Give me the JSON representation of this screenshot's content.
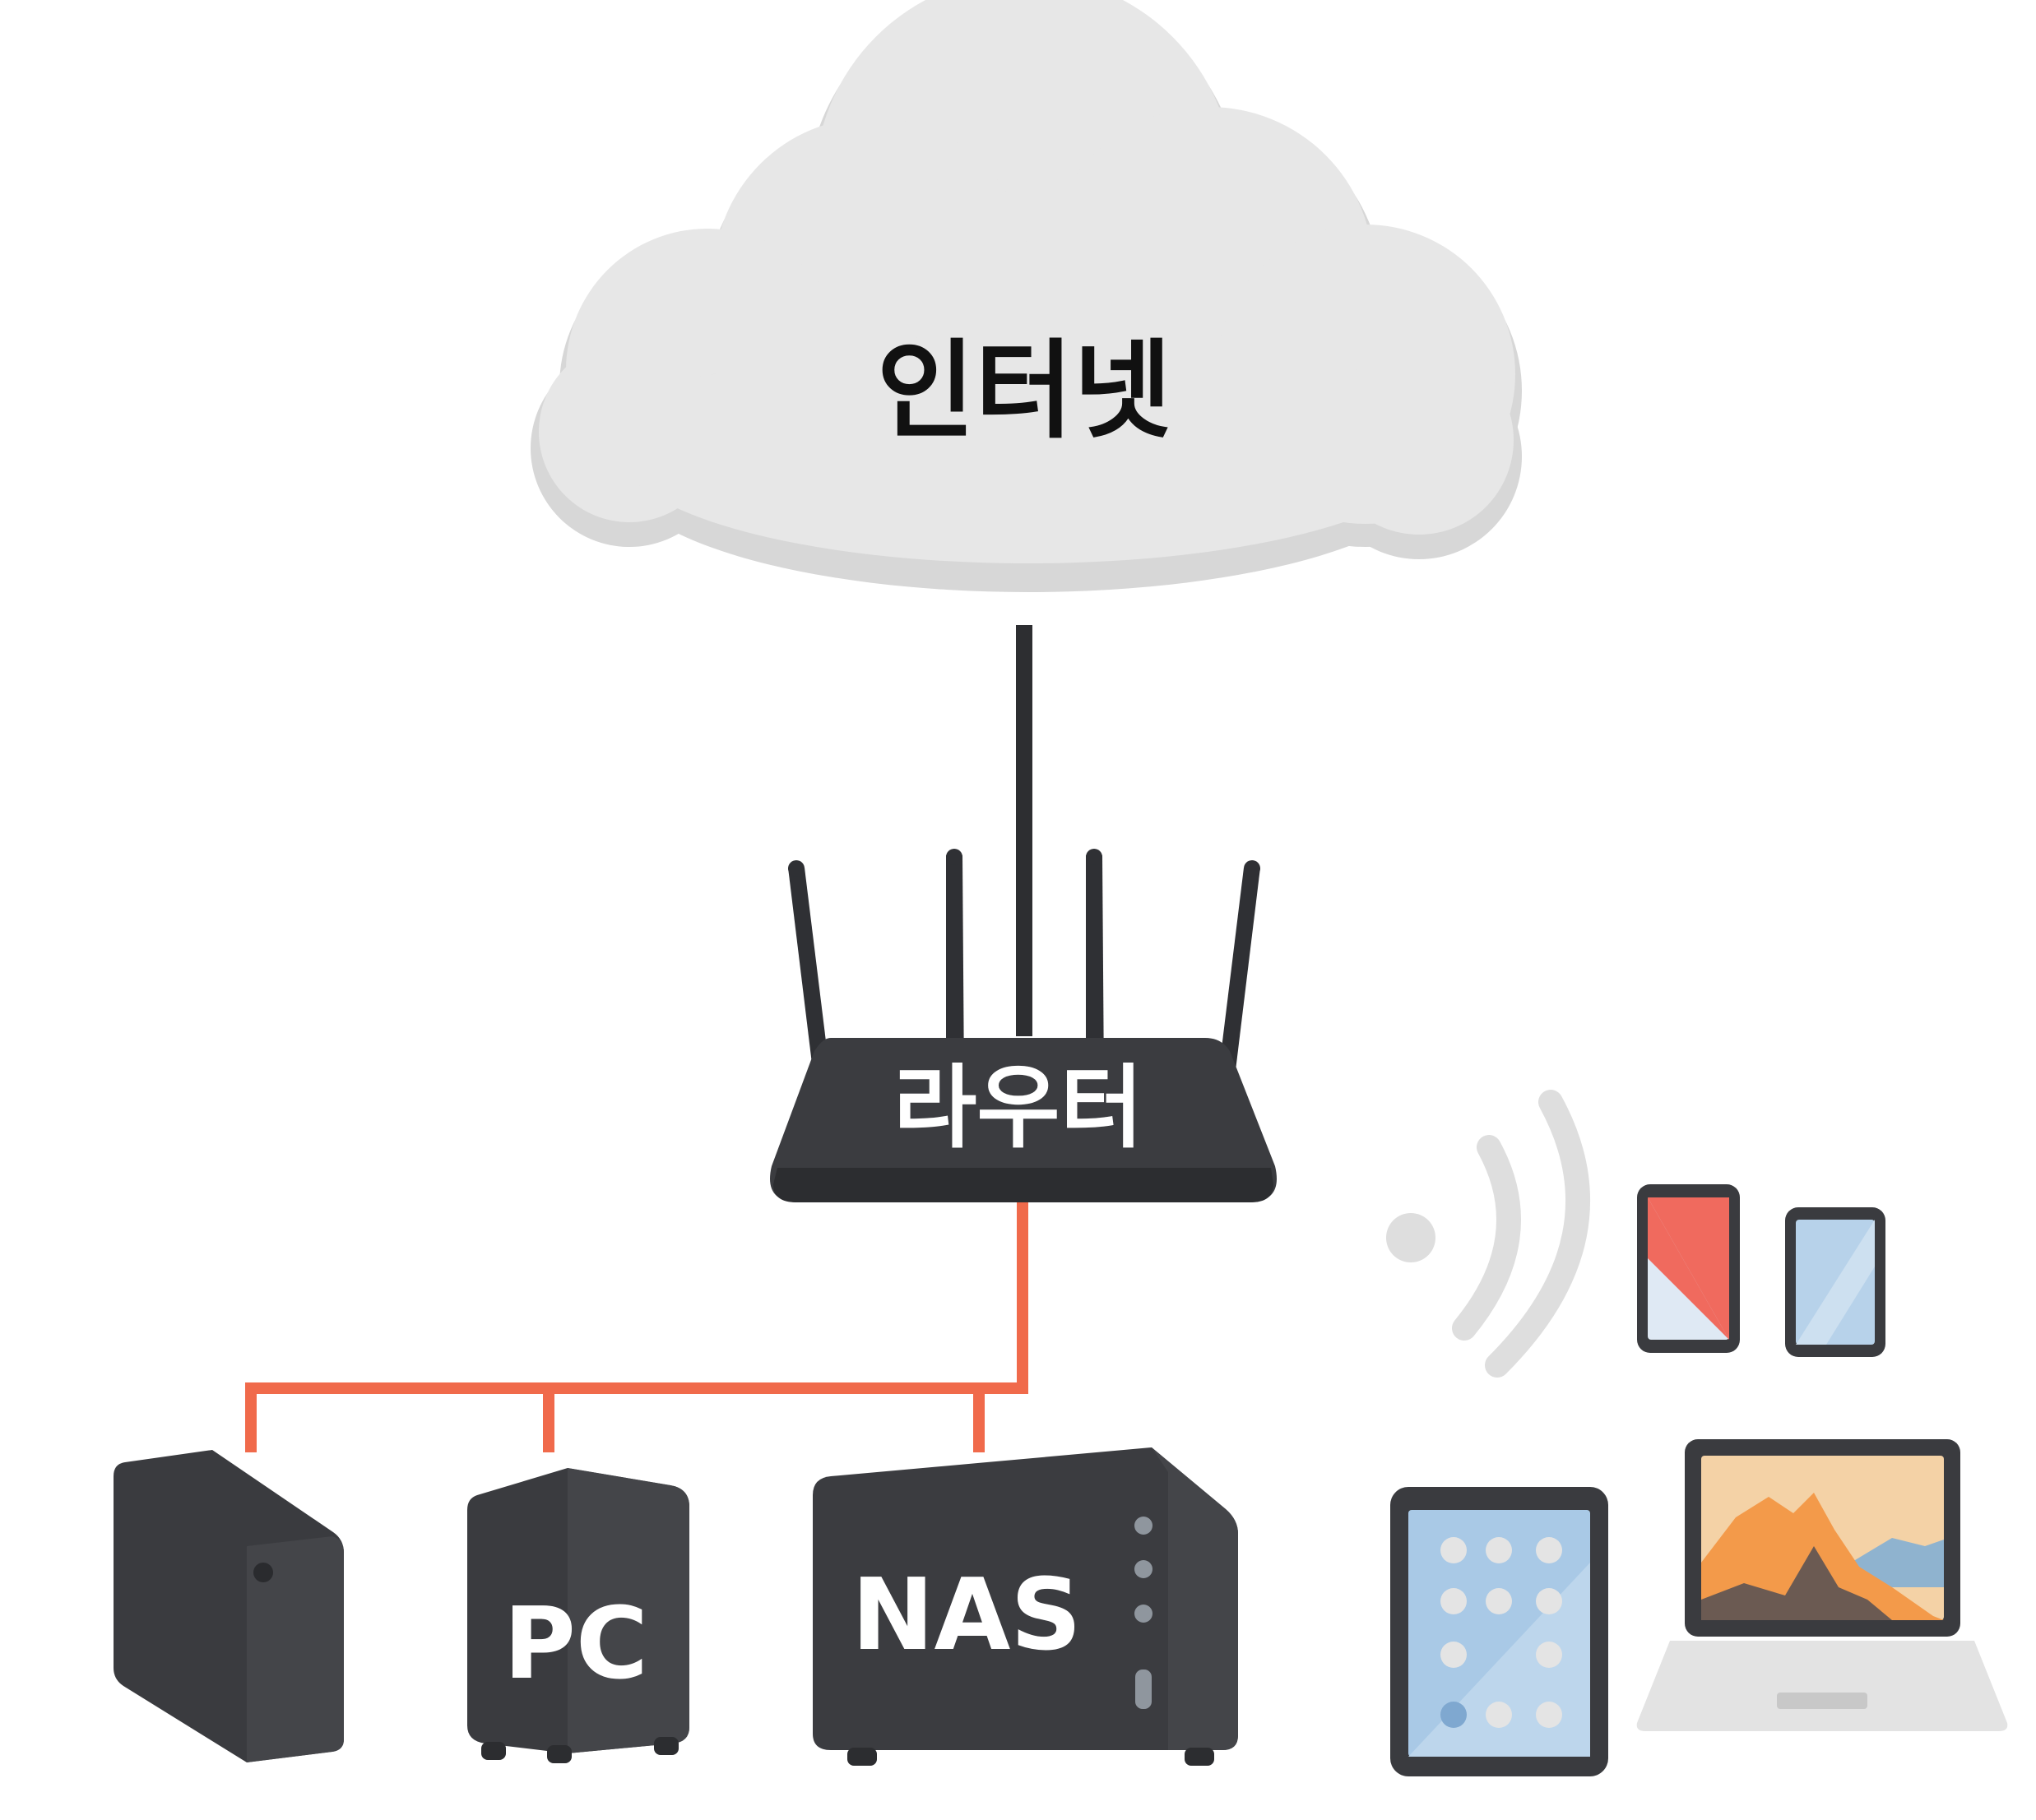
{
  "labels": {
    "internet": "인터넷",
    "router": "라우터",
    "pc": "PC",
    "nas": "NAS"
  },
  "icons": {
    "cloud": "cloud-icon",
    "router": "router-icon",
    "wired_device": "desktop-box-icon",
    "pc": "pc-tower-icon",
    "nas": "nas-icon",
    "wifi": "wifi-signal-icon",
    "phone_red": "smartphone-icon",
    "phone_blue": "smartphone-icon",
    "tablet": "tablet-icon",
    "laptop": "laptop-icon"
  },
  "colors": {
    "background": "#ffffff",
    "cloud": "#e6e6e6",
    "cloud_shadow": "#d6d6d6",
    "device_dark": "#3a3b3f",
    "device_edge": "#2c2d30",
    "uplink_cable": "#2d2e31",
    "lan_cable": "#f06a4b",
    "wifi_signal": "#dcdcdc",
    "label_dark": "#111111",
    "label_light": "#ffffff",
    "phone_red_screen": "#f06a5e",
    "screen_blue": "#a9c9e6",
    "laptop_sunset": "#f39a4a"
  }
}
